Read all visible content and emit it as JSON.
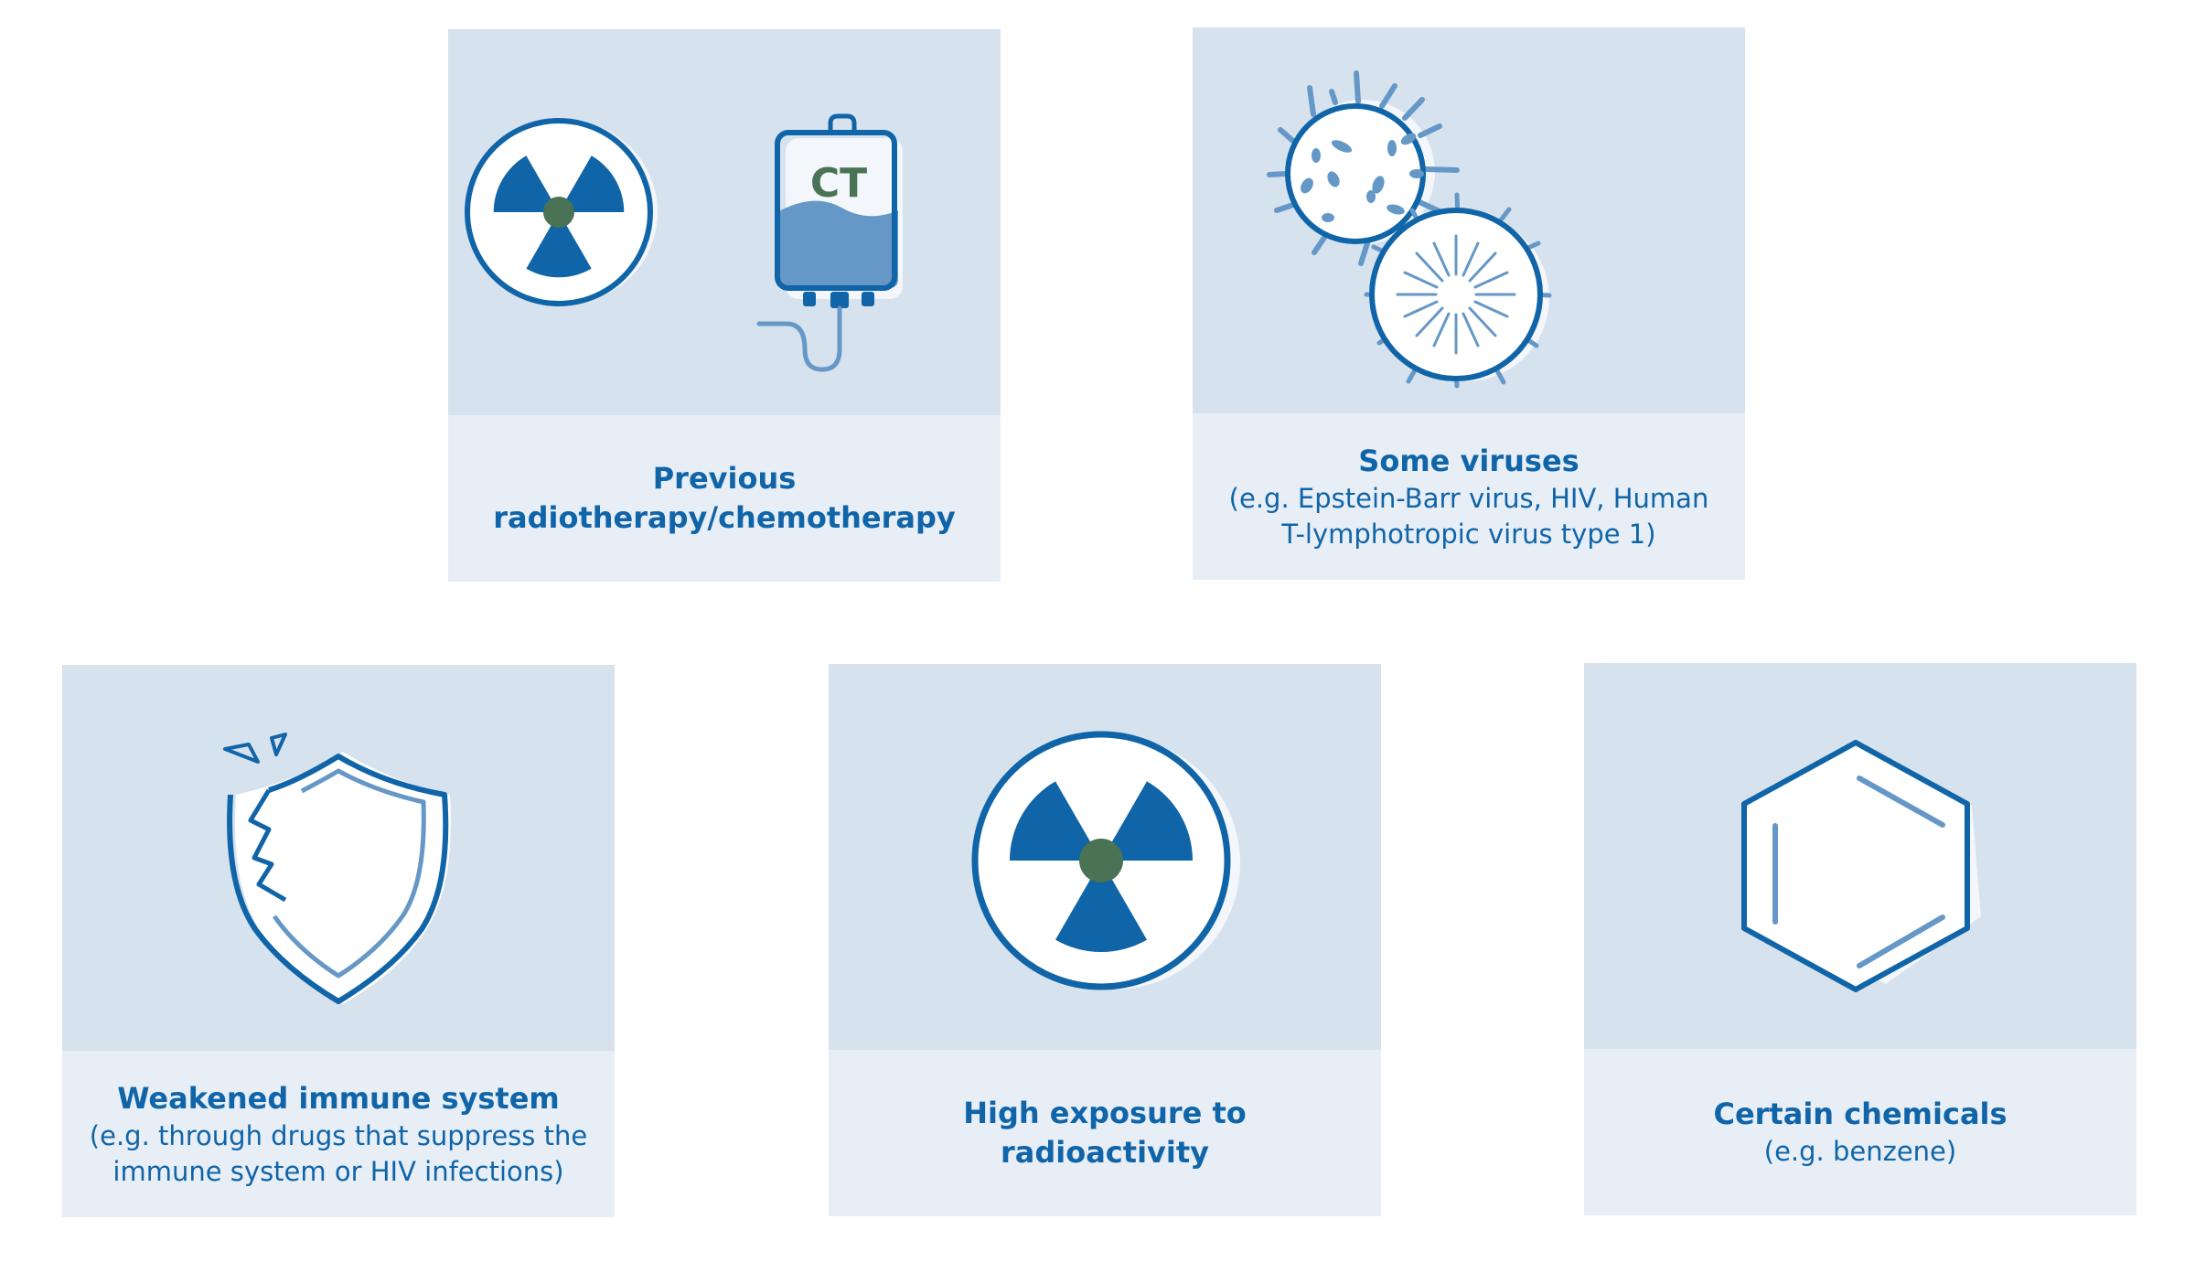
{
  "colors": {
    "icon_bg": "#d6e2ee",
    "caption_bg": "#e7eef6",
    "dark_blue": "#1064a8",
    "mid_blue": "#6598c7",
    "green_dot": "#4a7254",
    "text": "#1064a8"
  },
  "cards": [
    {
      "id": "radiotherapy",
      "icons": [
        "radiation-icon",
        "iv-bag-icon"
      ],
      "iv_bag_label": "CT",
      "title_lines": [
        "Previous",
        "radiotherapy/chemotherapy"
      ],
      "subtitle_lines": []
    },
    {
      "id": "viruses",
      "icons": [
        "virus-icon",
        "virus-icon"
      ],
      "title_lines": [
        "Some viruses"
      ],
      "subtitle_lines": [
        "(e.g. Epstein-Barr virus, HIV, Human",
        "T-lymphotropic virus type 1)"
      ]
    },
    {
      "id": "immune",
      "icons": [
        "broken-shield-icon"
      ],
      "title_lines": [
        "Weakened immune system"
      ],
      "subtitle_lines": [
        "(e.g. through drugs that suppress the",
        "immune system or HIV infections)"
      ]
    },
    {
      "id": "radioactivity",
      "icons": [
        "radiation-icon"
      ],
      "title_lines": [
        "High exposure to",
        "radioactivity"
      ],
      "subtitle_lines": []
    },
    {
      "id": "chemicals",
      "icons": [
        "benzene-ring-icon"
      ],
      "title_lines": [
        "Certain chemicals"
      ],
      "subtitle_lines": [
        "(e.g. benzene)"
      ]
    }
  ]
}
